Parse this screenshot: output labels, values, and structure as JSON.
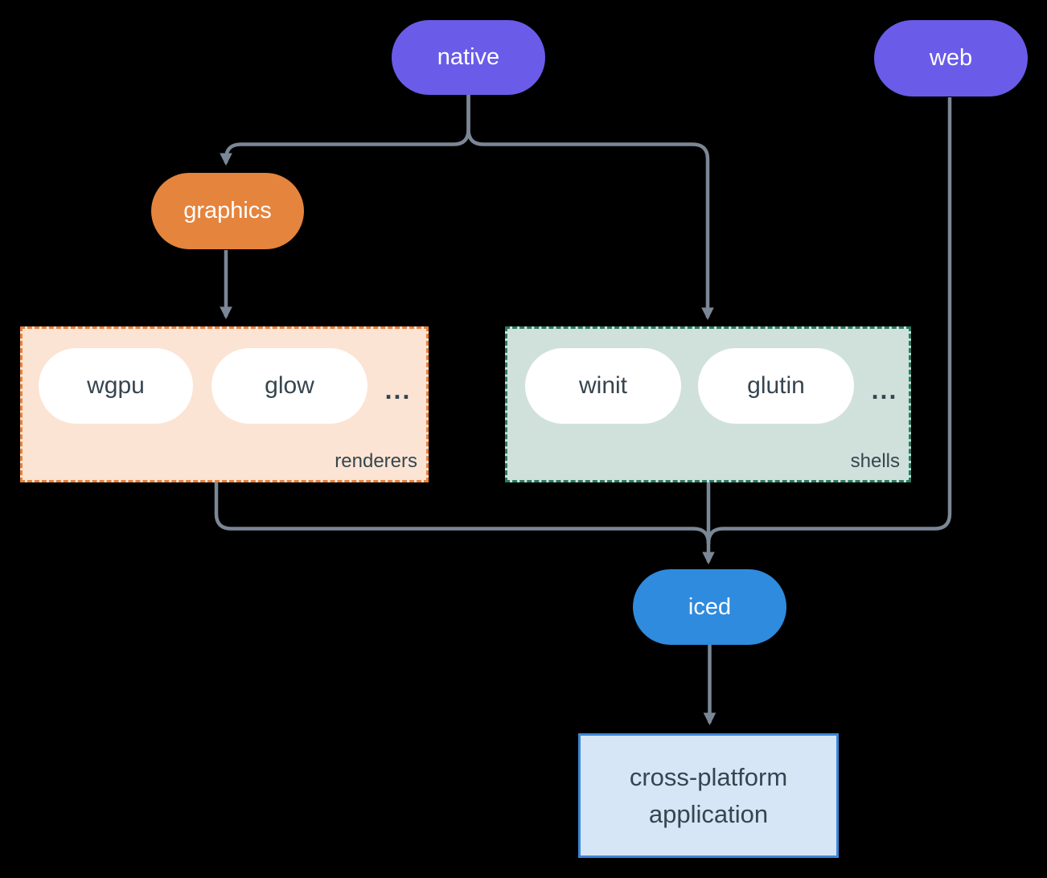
{
  "colors": {
    "background": "#000000",
    "purple": "#6a5ce8",
    "orange": "#e5843d",
    "blue": "#2f8bdd",
    "ink": "#36454f",
    "line": "#7b8795",
    "renderers-fill": "#fbe4d3",
    "renderers-border": "#e8823b",
    "shells-fill": "#d0e1db",
    "shells-border": "#2a7b64",
    "app-fill": "#d6e6f6",
    "app-border": "#3e86d8"
  },
  "nodes": {
    "native": {
      "label": "native"
    },
    "web": {
      "label": "web"
    },
    "graphics": {
      "label": "graphics"
    },
    "iced": {
      "label": "iced"
    },
    "app": {
      "lines": [
        "cross-platform",
        "application"
      ]
    }
  },
  "groups": {
    "renderers": {
      "label": "renderers",
      "items": [
        "wgpu",
        "glow"
      ],
      "ellipsis": "..."
    },
    "shells": {
      "label": "shells",
      "items": [
        "winit",
        "glutin"
      ],
      "ellipsis": "..."
    }
  },
  "edges": [
    {
      "from": "native",
      "to": "graphics"
    },
    {
      "from": "native",
      "to": "shells"
    },
    {
      "from": "graphics",
      "to": "renderers"
    },
    {
      "from": "renderers",
      "to": "iced"
    },
    {
      "from": "web",
      "to": "iced"
    },
    {
      "from": "shells",
      "to": "iced"
    },
    {
      "from": "iced",
      "to": "app"
    }
  ]
}
